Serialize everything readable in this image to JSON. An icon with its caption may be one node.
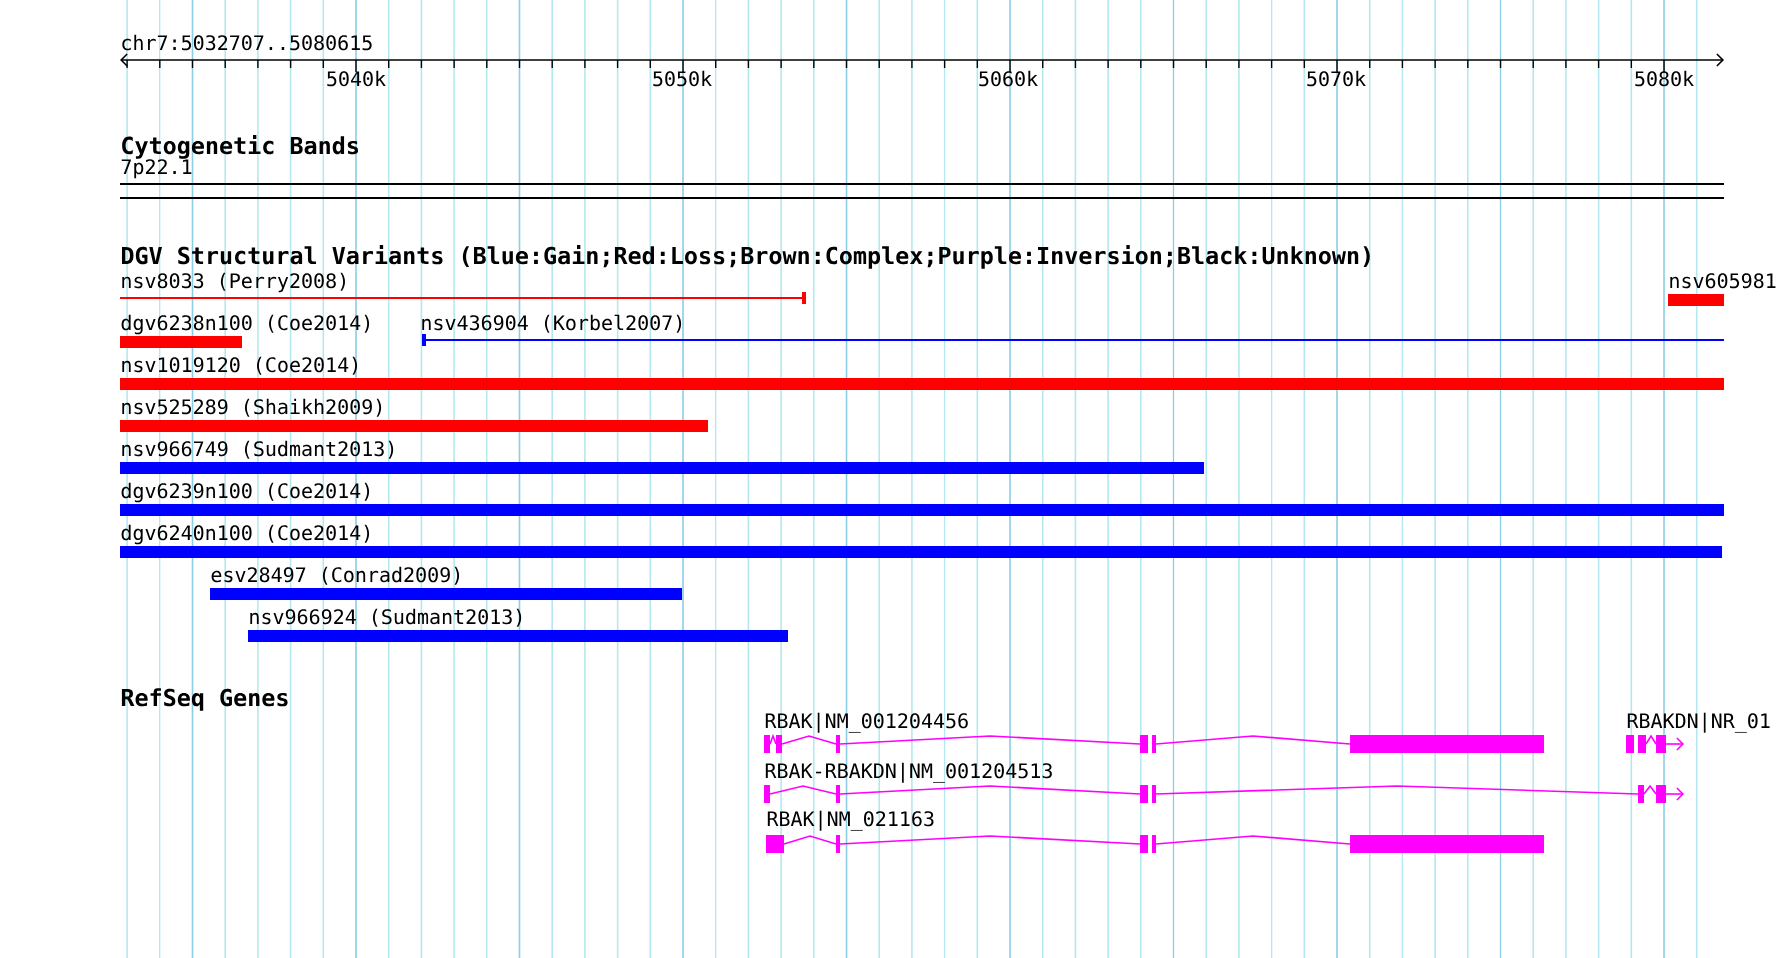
{
  "diagram": {
    "nodes": [
      {
        "text": [
          "nsv8033 (Perry2008)"
        ]
      },
      {
        "text": [
          "nsv605981"
        ]
      },
      {
        "text": [
          "dgv6238n100 (Coe2014)"
        ]
      },
      {
        "text": [
          "nsv436904 (Korbel2007)"
        ]
      },
      {
        "text": [
          "nsv1019120 (Coe2014)"
        ]
      },
      {
        "text": [
          "nsv525289 (Shaikh2009)"
        ]
      },
      {
        "text": [
          "nsv966749 (Sudmant2013)"
        ]
      },
      {
        "text": [
          "dgv6239n100 (Coe2014)"
        ]
      },
      {
        "text": [
          "dgv6240n100 (Coe2014)"
        ]
      },
      {
        "text": [
          "esv28497 (Conrad2009)"
        ]
      },
      {
        "text": [
          "nsv966924 (Sudmant2013)"
        ]
      },
      {
        "text": [
          "RBAK|NM_001204456"
        ]
      },
      {
        "text": [
          "RBAKDN|NR_01"
        ]
      },
      {
        "text": [
          "RBAK-RBAKDN|NM_001204513"
        ]
      },
      {
        "text": [
          "RBAK|NM_021163"
        ]
      }
    ],
    "edges": [],
    "labels": [
      "chr7:5032707..5080615",
      "5040k",
      "5050k",
      "5060k",
      "5070k",
      "5080k",
      "Cytogenetic Bands",
      "7p22.1",
      "DGV Structural Variants (Blue:Gain;Red:Loss;Brown:Complex;Purple:Inversion;Black:Unknown)",
      "RefSeq Genes"
    ]
  }
}
